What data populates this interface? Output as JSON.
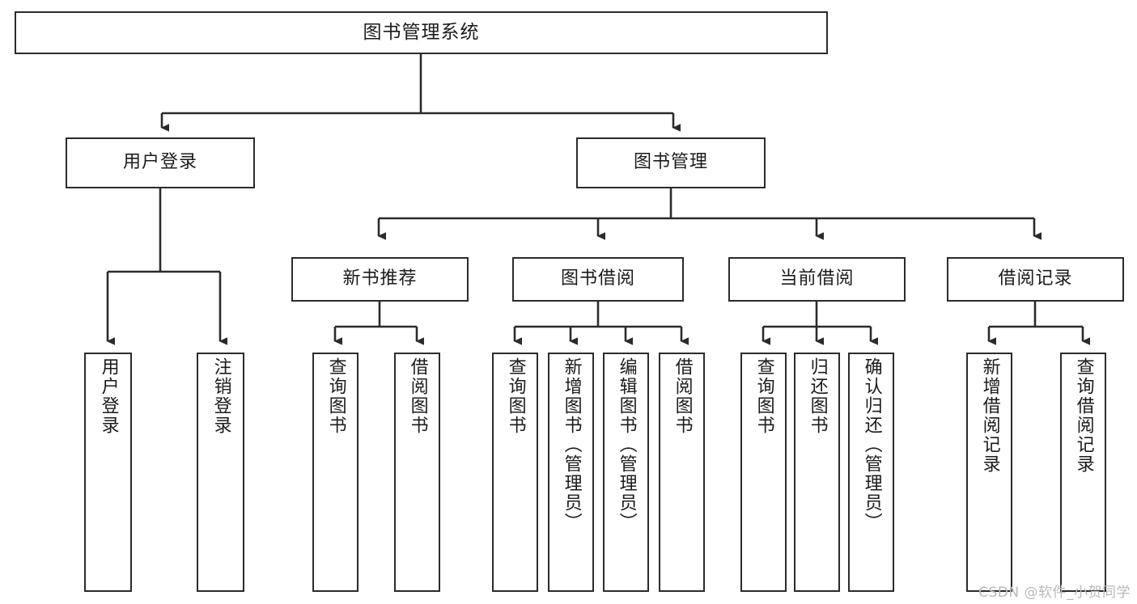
{
  "diagram": {
    "title": "图书管理系统",
    "type": "hierarchy-tree",
    "watermark": "CSDN @软件_小贺同学",
    "colors": {
      "stroke": "#2b2b2b",
      "fill": "#ffffff",
      "text": "#1b1b1b",
      "watermark": "#b9b9b9"
    },
    "levels": {
      "root": {
        "label": "图书管理系统"
      },
      "level2": [
        {
          "label": "用户登录"
        },
        {
          "label": "图书管理"
        }
      ],
      "level3": [
        {
          "label": "新书推荐"
        },
        {
          "label": "图书借阅"
        },
        {
          "label": "当前借阅"
        },
        {
          "label": "借阅记录"
        }
      ],
      "leaves": {
        "user_login": [
          {
            "label": "用户登录"
          },
          {
            "label": "注销登录"
          }
        ],
        "new_book": [
          {
            "label": "查询图书"
          },
          {
            "label": "借阅图书"
          }
        ],
        "borrow_book": [
          {
            "label": "查询图书"
          },
          {
            "label": "新增图书（管理员）"
          },
          {
            "label": "编辑图书（管理员）"
          },
          {
            "label": "借阅图书"
          }
        ],
        "current_borrow": [
          {
            "label": "查询图书"
          },
          {
            "label": "归还图书"
          },
          {
            "label": "确认归还（管理员）"
          }
        ],
        "borrow_record": [
          {
            "label": "新增借阅记录"
          },
          {
            "label": "查询借阅记录"
          }
        ]
      }
    }
  }
}
